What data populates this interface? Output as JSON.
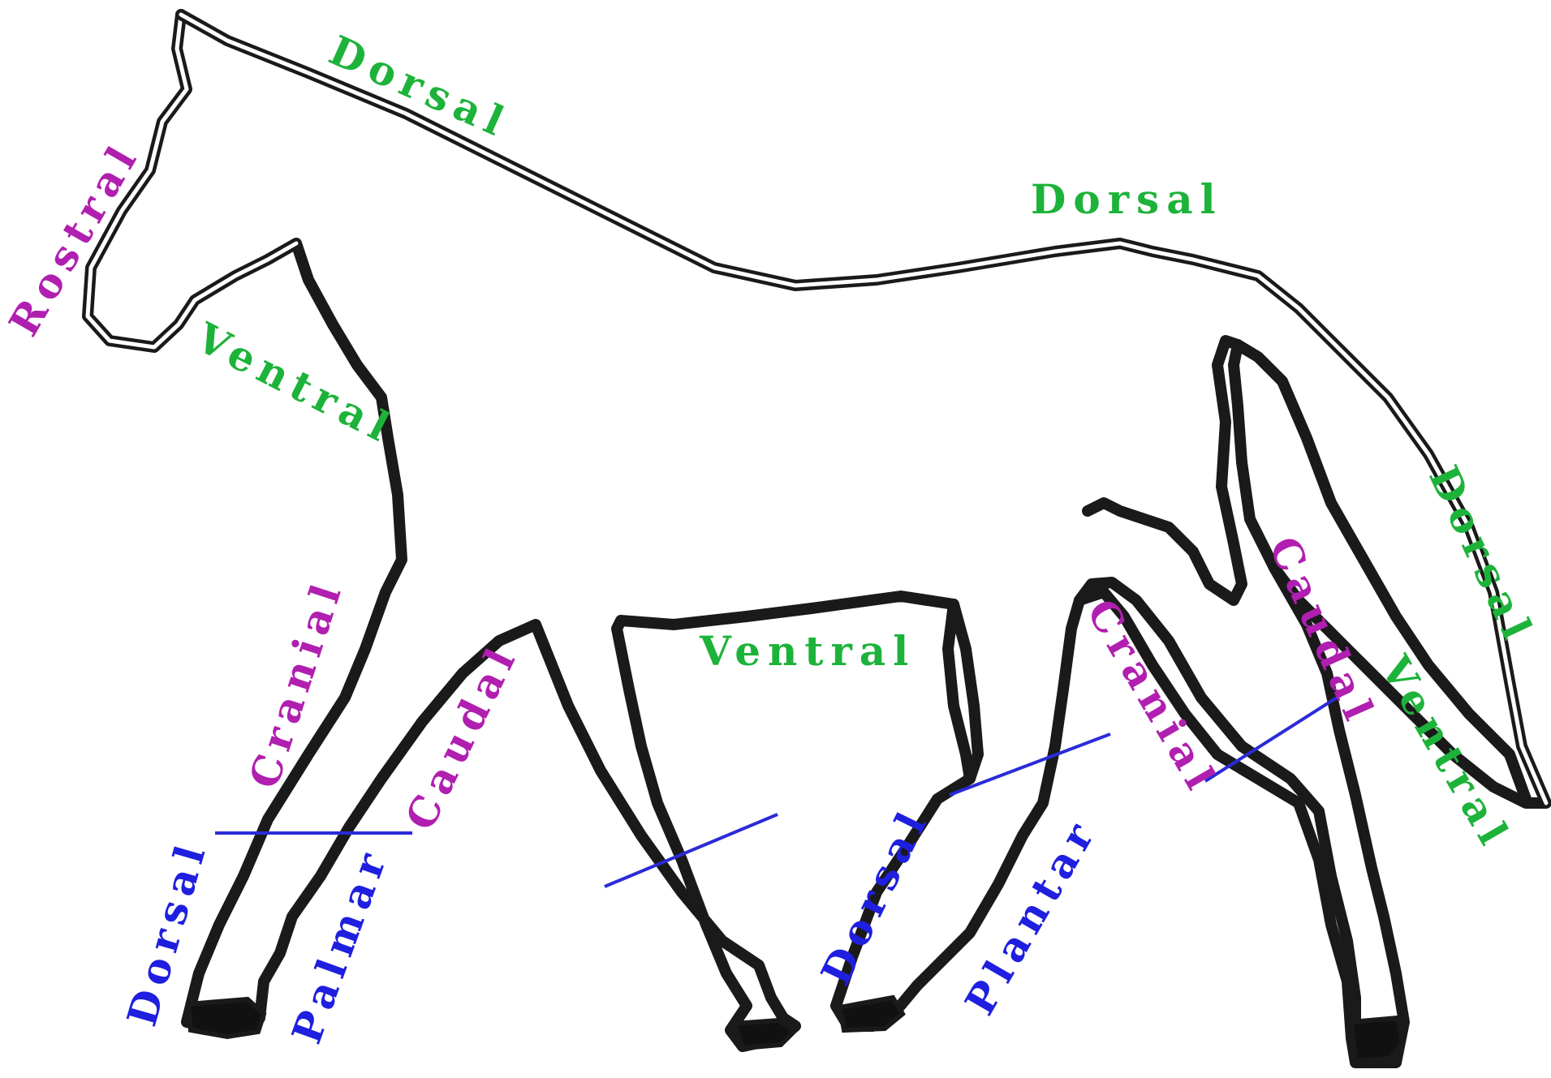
{
  "colors": {
    "green": "#1db33a",
    "magenta": "#b01fb0",
    "blue": "#1f1fe0",
    "outline": "#1a1a1a"
  },
  "labels": {
    "dorsal_head": "Dorsal",
    "dorsal_back": "Dorsal",
    "dorsal_tail": "Dorsal",
    "rostral": "Rostral",
    "ventral_neck": "Ventral",
    "ventral_belly": "Ventral",
    "ventral_tail": "Ventral",
    "cranial_foreleg": "Cranial",
    "caudal_foreleg": "Caudal",
    "cranial_hindleg": "Cranial",
    "caudal_hindleg": "Caudal",
    "dorsal_forefoot": "Dorsal",
    "palmar_forefoot": "Palmar",
    "dorsal_hindfoot": "Dorsal",
    "plantar_hindfoot": "Plantar"
  }
}
